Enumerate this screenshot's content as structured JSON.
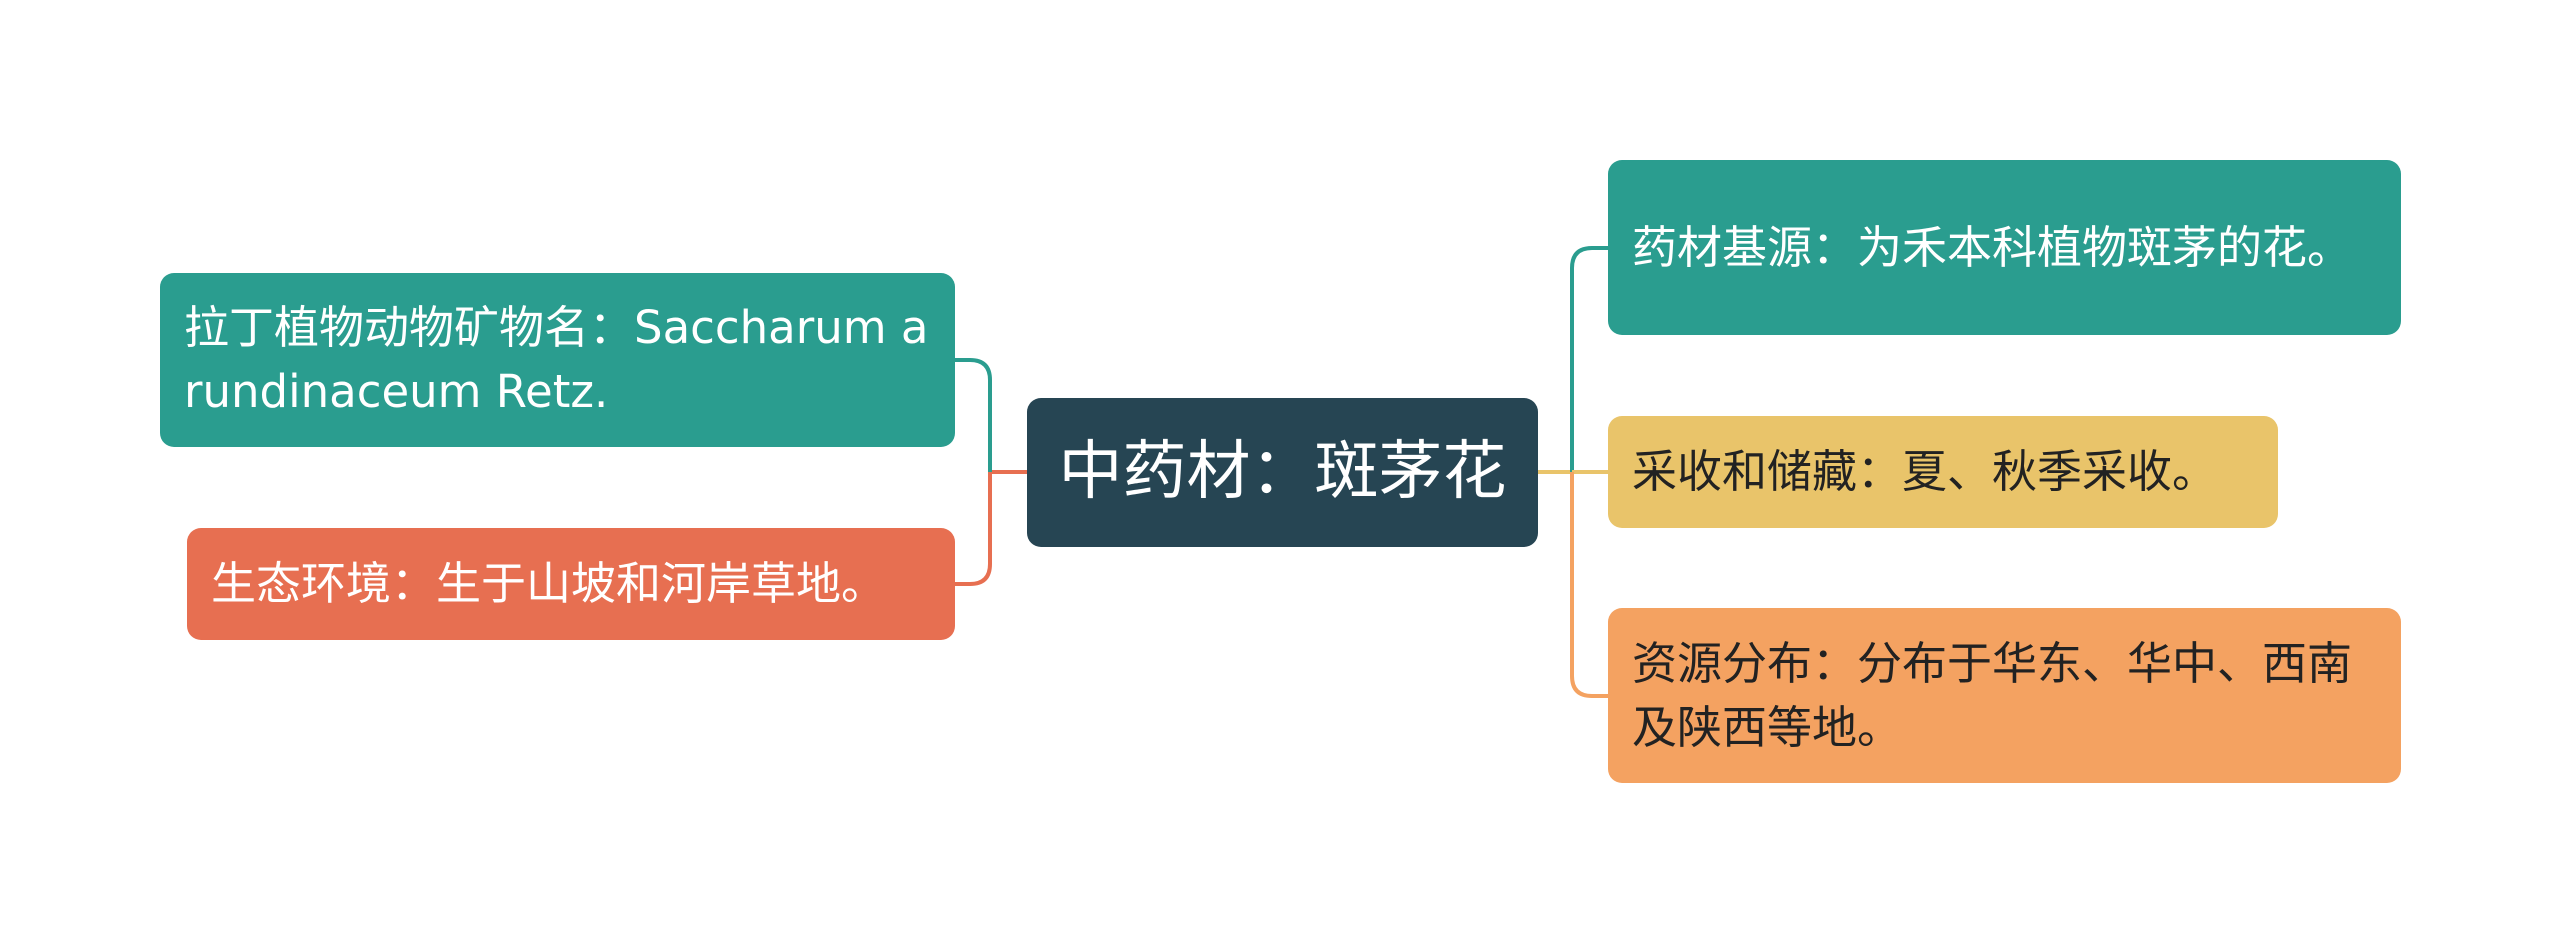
{
  "center": {
    "label": "中药材：斑茅花",
    "color": "#264553"
  },
  "left_branches": [
    {
      "label": "拉丁植物动物矿物名：Saccharum arundinaceum Retz.",
      "color": "#2a9d8f"
    },
    {
      "label": "生态环境：生于山坡和河岸草地。",
      "color": "#e76f51"
    }
  ],
  "right_branches": [
    {
      "label": "药材基源：为禾本科植物斑茅的花。",
      "color": "#2a9d8f"
    },
    {
      "label": "采收和储藏：夏、秋季采收。",
      "color": "#e9c46a"
    },
    {
      "label": "资源分布：分布于华东、华中、西南及陕西等地。",
      "color": "#f4a261"
    }
  ]
}
